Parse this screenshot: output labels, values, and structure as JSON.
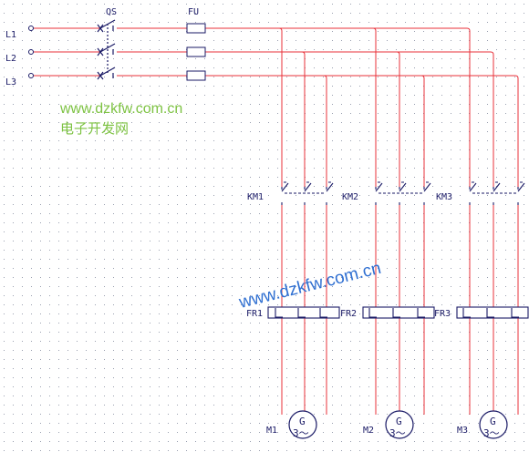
{
  "lines": {
    "l1": "L1",
    "l2": "L2",
    "l3": "L3"
  },
  "switch_label": "QS",
  "fuse_label": "FU",
  "watermark": {
    "url_green": "www.dzkfw.com.cn",
    "cn_text": "电子开发网",
    "url_blue": "www.dzkfw.com.cn"
  },
  "branches": [
    {
      "contactor": "KM1",
      "relay": "FR1",
      "motor": "M1",
      "motor_symbol": "G",
      "motor_phase": "3～"
    },
    {
      "contactor": "KM2",
      "relay": "FR2",
      "motor": "M2",
      "motor_symbol": "G",
      "motor_phase": "3～"
    },
    {
      "contactor": "KM3",
      "relay": "FR3",
      "motor": "M3",
      "motor_symbol": "G",
      "motor_phase": "3～"
    }
  ],
  "colors": {
    "wire": "#e8303a",
    "symbol": "#1a1a66",
    "grid": "#9aa0b0",
    "watermark_green": "#7dc242",
    "watermark_blue": "#2f6fd1"
  }
}
